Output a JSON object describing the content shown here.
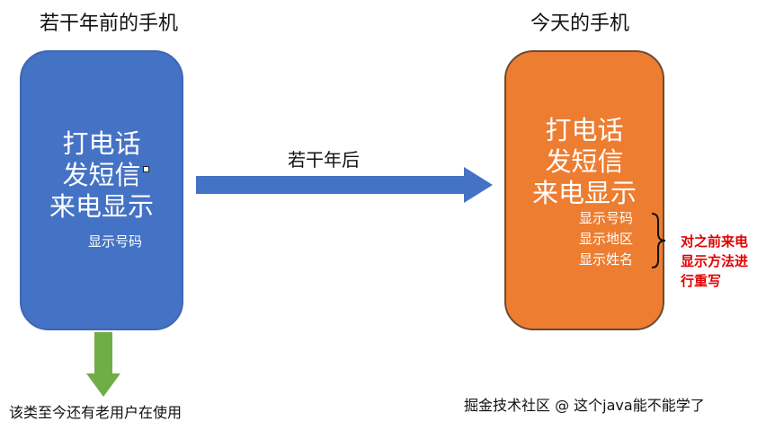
{
  "left": {
    "title": "若干年前的手机",
    "features": [
      "打电话",
      "发短信",
      "来电显示"
    ],
    "sub": "显示号码",
    "bottom_caption": "该类至今还有老用户在使用"
  },
  "arrow_label": "若干年后",
  "right": {
    "title": "今天的手机",
    "features": [
      "打电话",
      "发短信",
      "来电显示"
    ],
    "sub": [
      "显示号码",
      "显示地区",
      "显示姓名"
    ]
  },
  "note": [
    "对之前来电",
    "显示方法进",
    "行重写"
  ],
  "watermark": "掘金技术社区 @ 这个java能不能学了",
  "colors": {
    "old_phone": "#4472c4",
    "new_phone": "#ed7d31",
    "arrow": "#4472c4",
    "down_arrow": "#70ad47",
    "note_text": "#e00000"
  }
}
